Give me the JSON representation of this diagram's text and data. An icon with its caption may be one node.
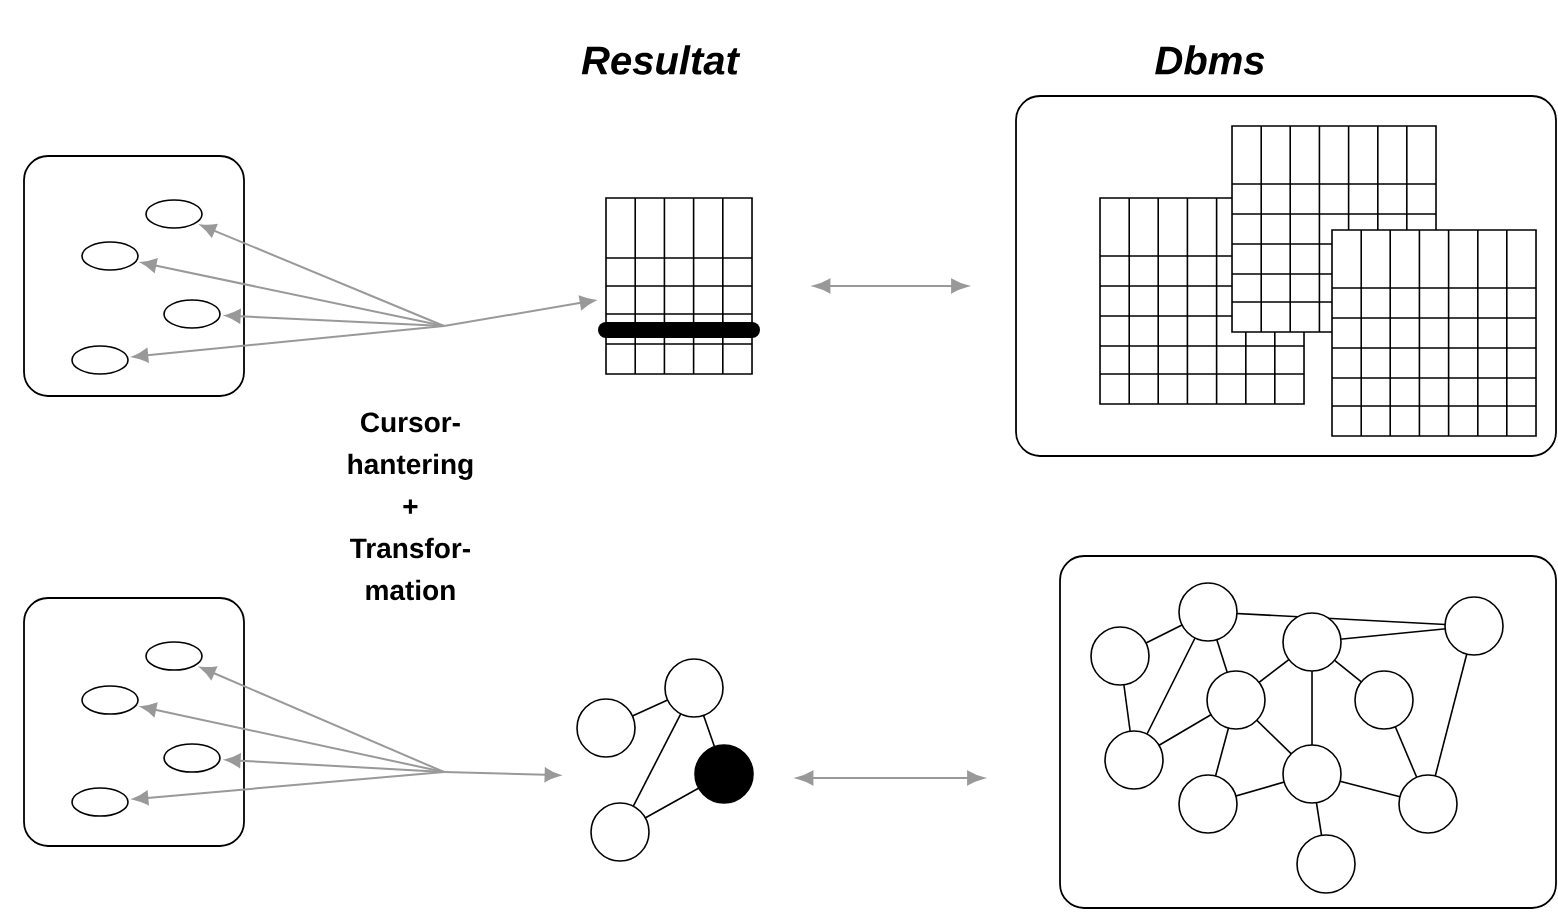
{
  "diagram": {
    "nodes": [
      {
        "text": [],
        "shape": "box"
      },
      {
        "text": [],
        "shape": "ellipse",
        "in": 0
      },
      {
        "text": [],
        "shape": "ellipse",
        "in": 0
      },
      {
        "text": [],
        "shape": "ellipse",
        "in": 0
      },
      {
        "text": [],
        "shape": "ellipse",
        "in": 0
      },
      {
        "text": [
          "Resultat"
        ]
      },
      {
        "text": [
          "Dbms"
        ]
      },
      {
        "text": [],
        "shape": "box"
      },
      {
        "text": [],
        "shape": "ellipse",
        "in": 7
      },
      {
        "text": [],
        "shape": "ellipse",
        "in": 7
      },
      {
        "text": [],
        "shape": "ellipse",
        "in": 7
      },
      {
        "text": [],
        "shape": "ellipse",
        "in": 7
      },
      {
        "text": [],
        "shape": "network"
      },
      {
        "text": [],
        "shape": "box"
      }
    ],
    "edges": [
      {
        "from": null,
        "to": 1,
        "arrow": "to"
      },
      {
        "from": null,
        "to": 2,
        "arrow": "to"
      },
      {
        "from": null,
        "to": 3,
        "arrow": "to"
      },
      {
        "from": null,
        "to": 4,
        "arrow": "to"
      },
      {
        "from": null,
        "to": 5,
        "arrow": "to"
      },
      {
        "from": 5,
        "to": 6,
        "arrow": "both"
      },
      {
        "from": null,
        "to": 8,
        "arrow": "to"
      },
      {
        "from": null,
        "to": 9,
        "arrow": "to"
      },
      {
        "from": null,
        "to": 10,
        "arrow": "to"
      },
      {
        "from": null,
        "to": 11,
        "arrow": "to"
      },
      {
        "from": null,
        "to": 12,
        "arrow": "to"
      },
      {
        "from": 12,
        "to": 13,
        "arrow": "both"
      }
    ],
    "labels": [
      "Cursor- hantering + Transfor- mation"
    ]
  }
}
